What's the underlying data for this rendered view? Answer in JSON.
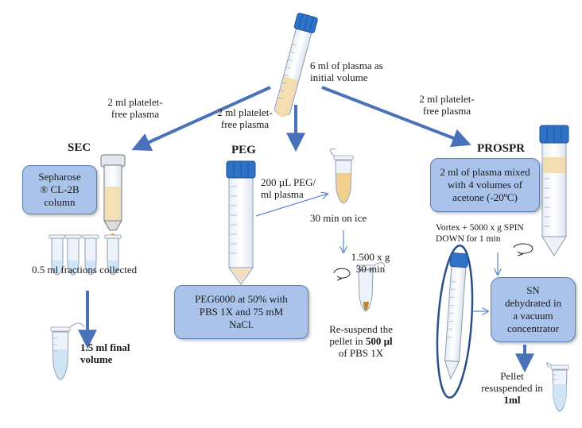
{
  "top": {
    "initial_l1": "6 ml of plasma as",
    "initial_l2": "initial volume"
  },
  "left_branch": {
    "arrow_l1": "2 ml platelet-",
    "arrow_l2": "free plasma",
    "title": "SEC",
    "box_l1": "Sepharose",
    "box_l2": "® CL-2B",
    "box_l3": "column",
    "fractions": "0.5 ml fractions collected",
    "final_l1": "1.5 ml final",
    "final_l2": "volume"
  },
  "mid_branch": {
    "arrow_l1": "2 ml platelet-",
    "arrow_l2": "free plasma",
    "title": "PEG",
    "add_l1": "200 µL PEG/",
    "add_l2": "ml plasma",
    "ice": "30 min on ice",
    "spin_l1": "1.500 x g",
    "spin_l2": "30 min",
    "box_l1": "PEG6000 at 50% with",
    "box_l2": "PBS 1X and 75 mM",
    "box_l3": "NaCl.",
    "resus_l1": "Re-suspend the",
    "resus_l2a": "pellet in ",
    "resus_l2b": "500 µl",
    "resus_l3": "of PBS 1X"
  },
  "right_branch": {
    "arrow_l1": "2 ml platelet-",
    "arrow_l2": "free plasma",
    "title": "PROSPR",
    "box_l1": "2 ml of plasma mixed",
    "box_l2": "with 4 volumes  of",
    "box_l3": "acetone (-20ºC)",
    "vortex_l1": "Vortex + 5000 x g SPIN",
    "vortex_l2": "DOWN for 1 min",
    "sn_l1": "SN",
    "sn_l2": "dehydrated in",
    "sn_l3": "a vacuum",
    "sn_l4": "concentrator",
    "pellet_l1": "Pellet",
    "pellet_l2": "resuspended in",
    "pellet_l3": "1ml"
  },
  "colors": {
    "arrow": "#4a72b8",
    "thin_arrow": "#5b87c6",
    "box_fill": "#a9c3ea",
    "box_border": "#5c7fb5",
    "cap": "#2e73c7",
    "plasma": "#f3d9a6"
  }
}
